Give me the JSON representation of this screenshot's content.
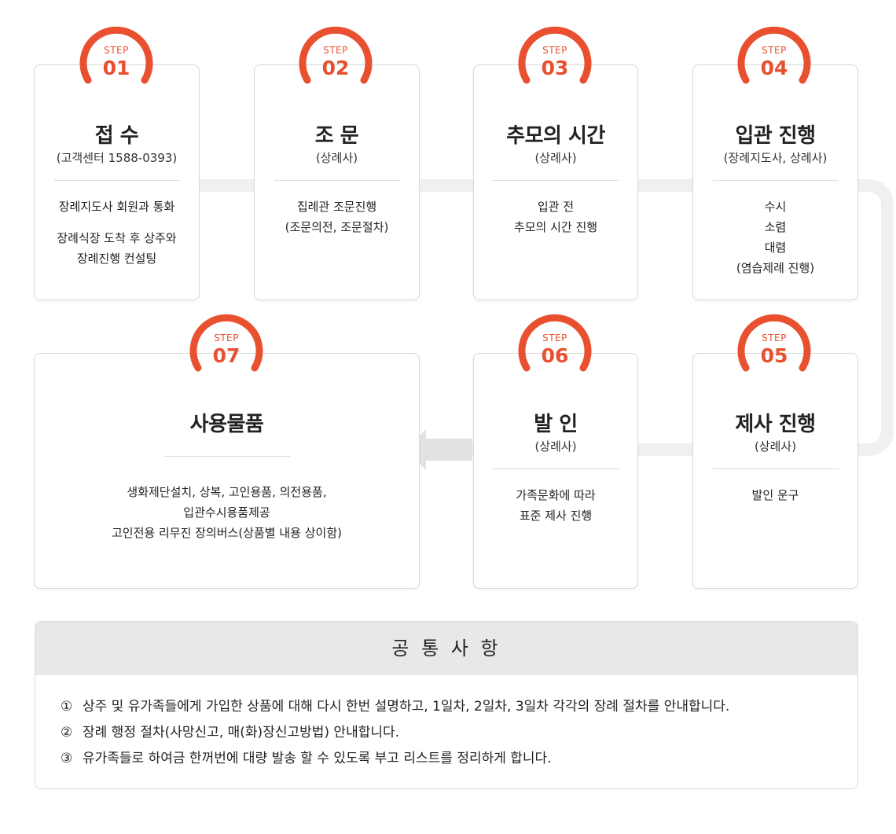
{
  "steps": [
    {
      "label": "STEP",
      "num": "01",
      "title": "접 수",
      "sub": "(고객센터 1588-0393)",
      "desc": [
        "장례지도사 회원과 통화",
        "",
        "장례식장 도착 후 상주와",
        "장례진행 컨설팅"
      ]
    },
    {
      "label": "STEP",
      "num": "02",
      "title": "조 문",
      "sub": "(상례사)",
      "desc": [
        "집례관 조문진행",
        "(조문의전, 조문절차)"
      ]
    },
    {
      "label": "STEP",
      "num": "03",
      "title": "추모의 시간",
      "sub": "(상례사)",
      "desc": [
        "입관 전",
        "추모의 시간 진행"
      ]
    },
    {
      "label": "STEP",
      "num": "04",
      "title": "입관 진행",
      "sub": "(장례지도사, 상례사)",
      "desc": [
        "수시",
        "소렴",
        "대렴",
        "(염습제례 진행)"
      ]
    },
    {
      "label": "STEP",
      "num": "05",
      "title": "제사 진행",
      "sub": "(상례사)",
      "desc": [
        "발인 운구"
      ]
    },
    {
      "label": "STEP",
      "num": "06",
      "title": "발 인",
      "sub": "(상례사)",
      "desc": [
        "가족문화에 따라",
        "표준 제사 진행"
      ]
    },
    {
      "label": "STEP",
      "num": "07",
      "title": "사용물품",
      "sub": "",
      "desc": [
        "생화제단설치, 상복, 고인용품, 의전용품,",
        "입관수시용품제공",
        "고인전용 리무진 장의버스(상품별 내용 상이함)"
      ]
    }
  ],
  "common": {
    "title": "공 통 사 항",
    "items": [
      {
        "mark": "①",
        "text": "상주 및 유가족들에게 가입한 상품에 대해 다시 한번 설명하고, 1일차, 2일차, 3일차 각각의 장례 절차를 안내합니다."
      },
      {
        "mark": "②",
        "text": "장례 행정 절차(사망신고, 매(화)장신고방법) 안내합니다."
      },
      {
        "mark": "③",
        "text": "유가족들로 하여금 한꺼번에 대량 발송 할 수 있도록 부고 리스트를 정리하게 합니다."
      }
    ]
  },
  "colors": {
    "accent": "#e8502f",
    "track": "#f0f0f0",
    "arrow": "#e2e2e2"
  }
}
